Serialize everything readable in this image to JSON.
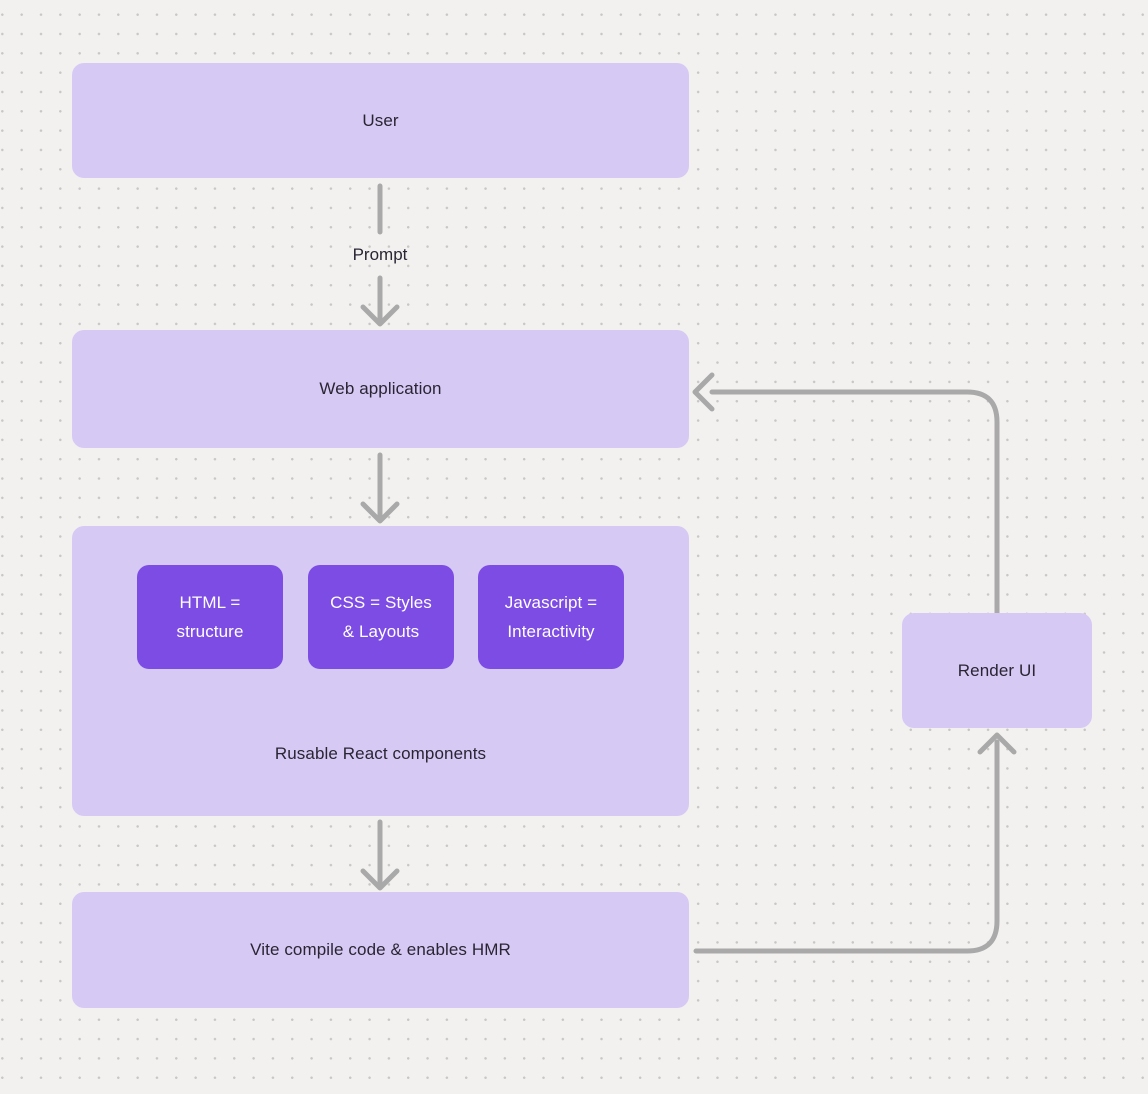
{
  "colors": {
    "background": "#f2f1f0",
    "grid_dot": "#c9c7c5",
    "node_light_purple": "#d6c9f4",
    "node_dark_purple": "#7c4ce4",
    "arrow_gray": "#a9a9a9",
    "text_dark": "#2a2533",
    "text_light": "#ffffff"
  },
  "nodes": {
    "user": {
      "label": "User"
    },
    "web_application": {
      "label": "Web application"
    },
    "components_group": {
      "caption": "Rusable React components",
      "children": [
        {
          "line1": "HTML =",
          "line2": "structure"
        },
        {
          "line1": "CSS = Styles",
          "line2": "& Layouts"
        },
        {
          "line1": "Javascript =",
          "line2": "Interactivity"
        }
      ]
    },
    "vite": {
      "label": "Vite compile code & enables HMR"
    },
    "render_ui": {
      "label": "Render UI"
    }
  },
  "edges": {
    "prompt_label": "Prompt"
  }
}
